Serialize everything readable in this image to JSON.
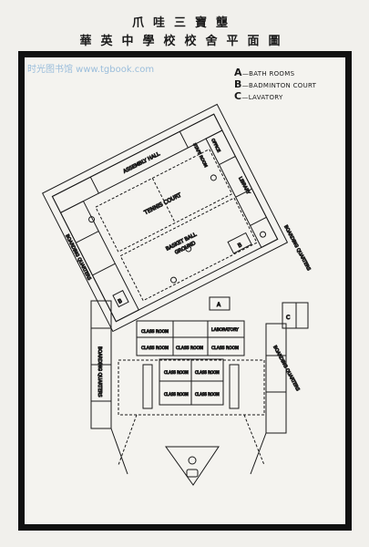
{
  "titles": {
    "line1": "爪哇三寶壟",
    "line2": "華英中學校校舍平面圖"
  },
  "watermark": "时光图书馆 www.tgbook.com",
  "legend": [
    {
      "key": "A",
      "sep": "—",
      "text": "BATH ROOMS"
    },
    {
      "key": "B",
      "sep": "—",
      "text": "BADMINTON COURT"
    },
    {
      "key": "C",
      "sep": "—",
      "text": "LAVATORY"
    }
  ],
  "labels": {
    "assembly_hall": "ASSEMBLY HALL",
    "tennis_court": "TENNIS COURT",
    "basket_ball": "BASKET BALL",
    "ground": "GROUND",
    "boarding_left": "BOARDING QUARTERS",
    "boarding_right": "BOARDING QUARTERS",
    "boarding_far_left": "BOARDING QUARTERS",
    "boarding_far_right": "BOARDING QUARTERS",
    "library": "LIBRARY",
    "lab": "LABORATORY",
    "class_room": "CLASS ROOM",
    "b": "B",
    "a": "A",
    "c": "C",
    "small1": "STAFF ROOM",
    "small2": "OFFICE"
  }
}
